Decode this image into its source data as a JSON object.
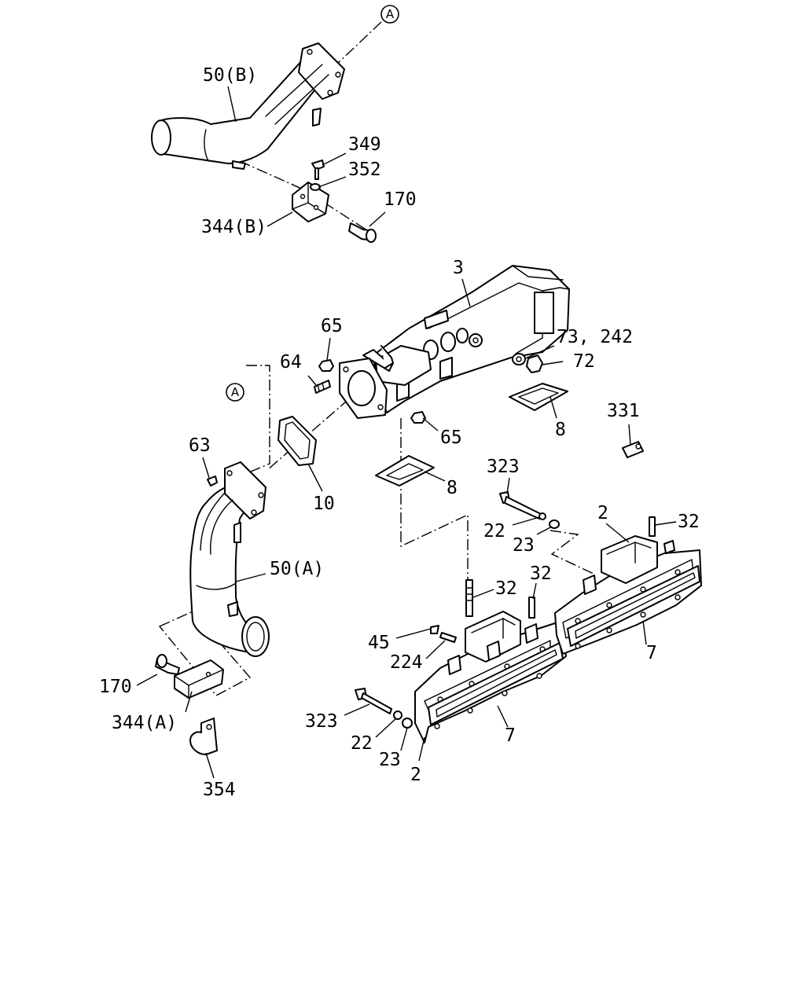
{
  "diagram": {
    "ref_marks": [
      {
        "id": "ref-top",
        "text": "A"
      },
      {
        "id": "ref-mid",
        "text": "A"
      }
    ],
    "labels": [
      {
        "id": "l-50b",
        "text": "50(B)"
      },
      {
        "id": "l-349",
        "text": "349"
      },
      {
        "id": "l-352",
        "text": "352"
      },
      {
        "id": "l-170a",
        "text": "170"
      },
      {
        "id": "l-344b",
        "text": "344(B)"
      },
      {
        "id": "l-3",
        "text": "3"
      },
      {
        "id": "l-65a",
        "text": "65"
      },
      {
        "id": "l-73",
        "text": "73, 242"
      },
      {
        "id": "l-72",
        "text": "72"
      },
      {
        "id": "l-64",
        "text": "64"
      },
      {
        "id": "l-65b",
        "text": "65"
      },
      {
        "id": "l-8a",
        "text": "8"
      },
      {
        "id": "l-331",
        "text": "331"
      },
      {
        "id": "l-63",
        "text": "63"
      },
      {
        "id": "l-8b",
        "text": "8"
      },
      {
        "id": "l-10",
        "text": "10"
      },
      {
        "id": "l-323a",
        "text": "323"
      },
      {
        "id": "l-2a",
        "text": "2"
      },
      {
        "id": "l-32a",
        "text": "32"
      },
      {
        "id": "l-22a",
        "text": "22"
      },
      {
        "id": "l-23a",
        "text": "23"
      },
      {
        "id": "l-50a",
        "text": "50(A)"
      },
      {
        "id": "l-32b",
        "text": "32"
      },
      {
        "id": "l-32c",
        "text": "32"
      },
      {
        "id": "l-45",
        "text": "45"
      },
      {
        "id": "l-7a",
        "text": "7"
      },
      {
        "id": "l-224",
        "text": "224"
      },
      {
        "id": "l-170b",
        "text": "170"
      },
      {
        "id": "l-344a",
        "text": "344(A)"
      },
      {
        "id": "l-323b",
        "text": "323"
      },
      {
        "id": "l-7b",
        "text": "7"
      },
      {
        "id": "l-22b",
        "text": "22"
      },
      {
        "id": "l-23b",
        "text": "23"
      },
      {
        "id": "l-2b",
        "text": "2"
      },
      {
        "id": "l-354",
        "text": "354"
      }
    ]
  }
}
